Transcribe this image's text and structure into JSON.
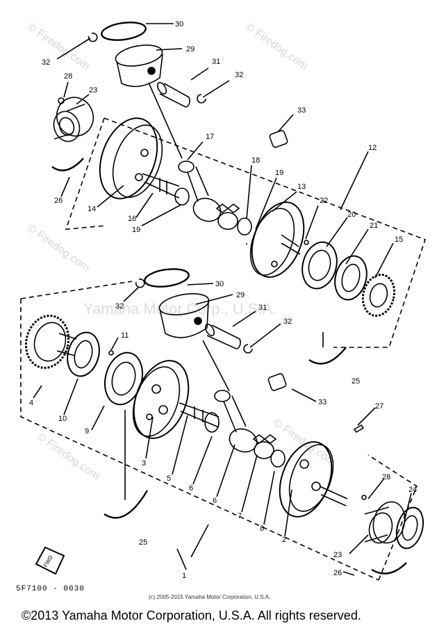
{
  "watermarks": [
    "© Firedog.com",
    "© Firedog.com",
    "© Firedog.com",
    "© Firedog.com",
    "© Firedog.com"
  ],
  "center_watermark": "Yamaha Motor Corp., U.S.A.",
  "callouts": {
    "c30a": "30",
    "c29a": "29",
    "c32a": "32",
    "c31a": "31",
    "c32b": "32",
    "c28a": "28",
    "c23a": "23",
    "c33a": "33",
    "c12": "12",
    "c17": "17",
    "c18": "18",
    "c19a": "19",
    "c13": "13",
    "c22": "22",
    "c20": "20",
    "c21": "21",
    "c15": "15",
    "c26a": "26",
    "c14": "14",
    "c16": "16",
    "c19b": "19",
    "c30b": "30",
    "c32c": "32",
    "c29b": "29",
    "c31b": "31",
    "c32d": "32",
    "c11": "11",
    "c4": "4",
    "c10": "10",
    "c9": "9",
    "c3": "3",
    "c5": "5",
    "c6a": "6",
    "c6b": "6",
    "c7": "7",
    "c8": "8",
    "c2": "2",
    "c33b": "33",
    "c27": "27",
    "c28b": "28",
    "c24": "24",
    "c23b": "23",
    "c26b": "26",
    "c25a": "25",
    "c25b": "25",
    "c1": "1"
  },
  "diagram_code": "5F7100 - 0030",
  "copyright_small": "(c) 2005-2015 Yamaha Motor Corporation, U.S.A.",
  "copyright_main": "©2013 Yamaha Motor Corporation, U.S.A. All rights reserved.",
  "fwd_label": "FWD"
}
